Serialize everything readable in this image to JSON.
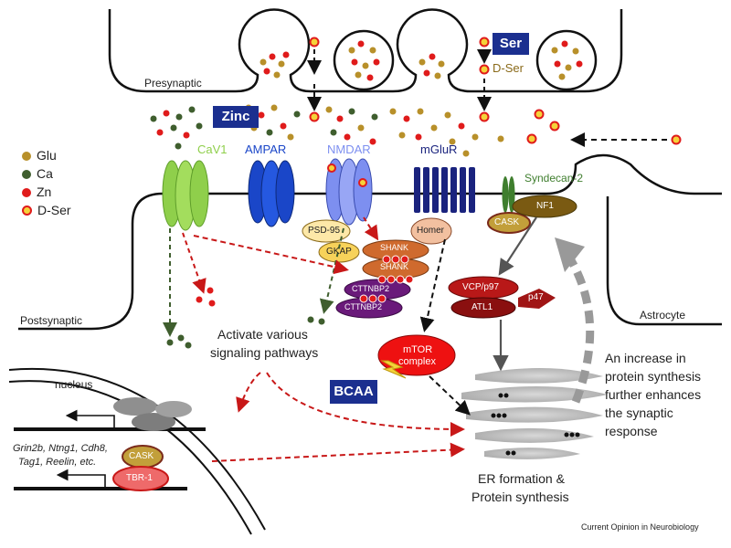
{
  "regions": {
    "presynaptic": "Presynaptic",
    "postsynaptic": "Postsynaptic",
    "astrocyte": "Astrocyte",
    "nucleus": "nucleus"
  },
  "boxes": {
    "zinc": "Zinc",
    "ser": "Ser",
    "bcaa": "BCAA"
  },
  "legend": [
    {
      "label": "Glu",
      "color": "#b8902a"
    },
    {
      "label": "Ca",
      "color": "#3f5e2e"
    },
    {
      "label": "Zn",
      "color": "#e01b1b"
    },
    {
      "label": "D-Ser",
      "color": "#f5d23a"
    }
  ],
  "receptors": {
    "cav1": "CaV1",
    "ampar": "AMPAR",
    "nmdar": "NMDAR",
    "mglur": "mGluR",
    "syndecan2": "Syndecan-2"
  },
  "scaffold": {
    "psd95": "PSD-95",
    "gkap": "GKAP",
    "shank1": "SHANK",
    "shank2": "SHANK",
    "cttnbp2_1": "CTTNBP2",
    "cttnbp2_2": "CTTNBP2",
    "homer": "Homer",
    "cask": "CASK",
    "nf1": "NF1",
    "vcp": "VCP/p97",
    "atl1": "ATL1",
    "p47": "p47"
  },
  "dser_label": "D-Ser",
  "signaling": [
    "Activate various",
    "signaling pathways"
  ],
  "mtor": [
    "mTOR",
    "complex"
  ],
  "er": [
    "ER formation &",
    "Protein synthesis"
  ],
  "feedback": [
    "An increase in",
    "protein synthesis",
    "further enhances",
    "the synaptic",
    "response"
  ],
  "nucleus_genes": [
    "Grin2b, Ntng1, Cdh8,",
    "Tag1, Reelin, etc."
  ],
  "nucleus_cask": "CASK",
  "nucleus_tbr1": "TBR-1",
  "credit": "Current Opinion in Neurobiology"
}
